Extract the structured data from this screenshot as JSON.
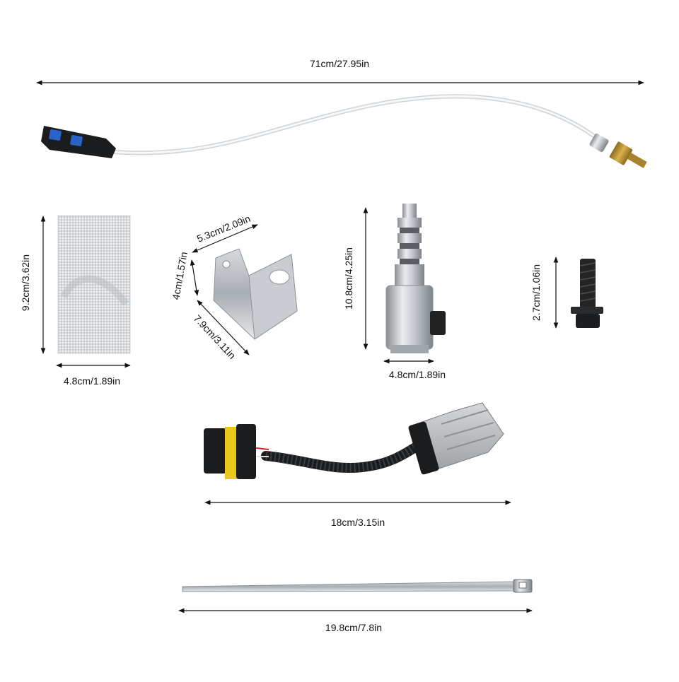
{
  "image": {
    "background": "#ffffff",
    "items": [
      {
        "name": "temperature-sensor-harness",
        "dimension": "71cm/27.95in"
      },
      {
        "name": "heat-shield-wrap",
        "height": "9.2cm/3.62in",
        "width": "4.8cm/1.89in"
      },
      {
        "name": "mounting-bracket",
        "length": "5.3cm/2.09in",
        "height": "4cm/1.57in",
        "width": "7.9cm/3.11in"
      },
      {
        "name": "solenoid-valve",
        "height": "10.8cm/4.25in",
        "width": "4.8cm/1.89in"
      },
      {
        "name": "bolt",
        "height": "2.7cm/1.06in"
      },
      {
        "name": "adapter-harness",
        "length": "18cm/3.15in"
      },
      {
        "name": "stainless-cable-tie",
        "length": "19.8cm/7.8in"
      }
    ]
  }
}
